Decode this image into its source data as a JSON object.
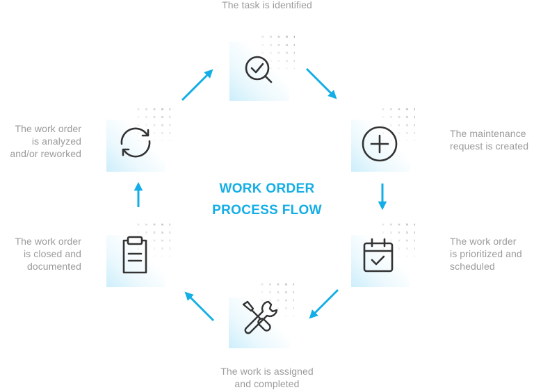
{
  "title": {
    "line1": "WORK ORDER",
    "line2": "PROCESS FLOW",
    "color": "#14aee6"
  },
  "accent_color": "#14aee6",
  "steps": [
    {
      "id": "identify",
      "icon": "magnifier-check-icon",
      "lines": [
        "The task is identified"
      ]
    },
    {
      "id": "create",
      "icon": "plus-circle-icon",
      "lines": [
        "The maintenance",
        "request is created"
      ]
    },
    {
      "id": "schedule",
      "icon": "calendar-check-icon",
      "lines": [
        "The work order",
        "is prioritized and",
        "scheduled"
      ]
    },
    {
      "id": "complete",
      "icon": "wrench-screwdriver-icon",
      "lines": [
        "The work is assigned",
        "and completed"
      ]
    },
    {
      "id": "close",
      "icon": "clipboard-icon",
      "lines": [
        "The work order",
        "is closed and",
        "documented"
      ]
    },
    {
      "id": "analyze",
      "icon": "refresh-cycle-icon",
      "lines": [
        "The work order",
        "is analyzed",
        "and/or reworked"
      ]
    }
  ]
}
